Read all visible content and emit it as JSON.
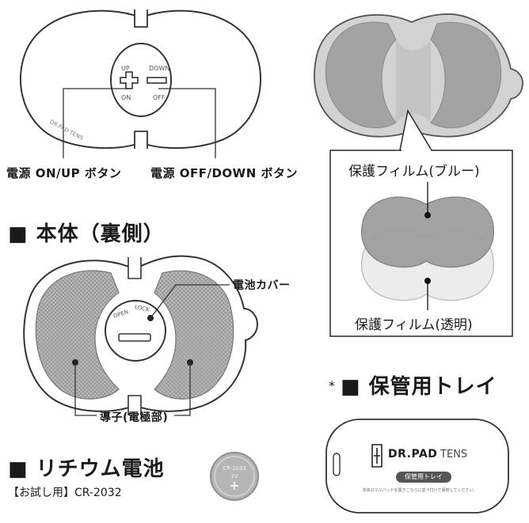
{
  "front": {
    "btn_up": "UP",
    "btn_on": "ON",
    "btn_down": "DOWN",
    "btn_off": "OFF",
    "engraving": "DR.PAD TENS",
    "label_on_up": "電源 ON/UP ボタン",
    "label_off_down": "電源 OFF/DOWN ボタン"
  },
  "back": {
    "heading": "■ 本体（裏側）",
    "battery_cover_label": "電池カバー",
    "cover_open": "OPEN",
    "cover_lock": "LOCK",
    "electrode_label": "導子(電極部)"
  },
  "film": {
    "blue_label": "保護フィルム(ブルー)",
    "clear_label": "保護フィルム(透明)"
  },
  "battery": {
    "heading": "■ リチウム電池",
    "note": "【お試し用】CR-2032",
    "coin_model": "CR-2032",
    "coin_voltage": "3V",
    "coin_plus": "+"
  },
  "tray": {
    "heading_mark": "*",
    "heading": "■ 保管用トレイ",
    "brand_bold": "DR.PAD",
    "brand_light": "TENS",
    "badge": "保管用トレイ",
    "fine_print": "本体のマルパッドを置きこちらに並べ付けて保管してください。"
  },
  "colors": {
    "line": "#444444",
    "pad_gray": "#a8a8a8",
    "pad_dark": "#8a8a8a",
    "film_blue_gray": "#9a9a9a",
    "film_clear": "#e6e6e6"
  }
}
